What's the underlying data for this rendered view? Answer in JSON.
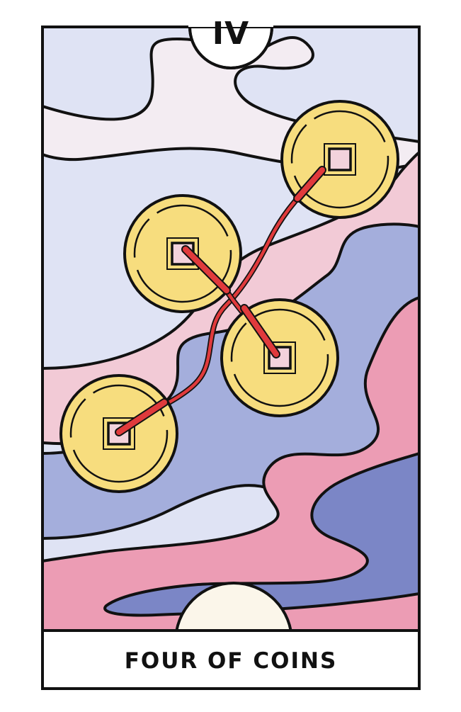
{
  "card": {
    "numeral": "IV",
    "title": "FOUR OF COINS"
  },
  "palette": {
    "sky_light": "#dfe3f4",
    "cloud_pale": "#f3ecf2",
    "pink_light": "#f2cad6",
    "pink": "#ec9cb4",
    "blue_mid": "#a4aedc",
    "blue_dark": "#7b86c6",
    "coin_gold": "#f7dd7e",
    "string_red": "#e03a3c",
    "sun": "#fbf6ea",
    "ink": "#111111"
  },
  "illustration": {
    "coins": [
      "coin-top-right",
      "coin-left",
      "coin-center",
      "coin-bottom-left"
    ],
    "icons": [
      "coin-icon",
      "string-icon",
      "cloud-icon",
      "sun-icon"
    ]
  }
}
